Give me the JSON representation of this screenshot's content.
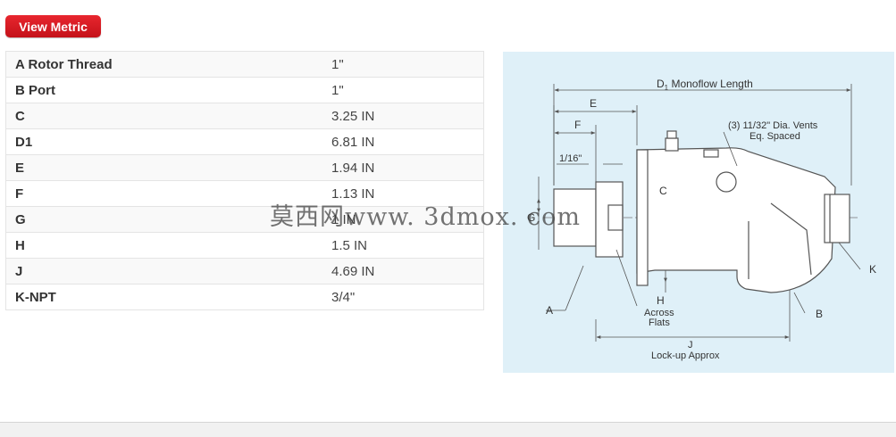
{
  "metric_button": {
    "label": "View Metric"
  },
  "specs": [
    {
      "label": "A Rotor Thread",
      "value": "1\""
    },
    {
      "label": "B Port",
      "value": "1\""
    },
    {
      "label": "C",
      "value": "3.25 IN"
    },
    {
      "label": "D1",
      "value": "6.81 IN"
    },
    {
      "label": "E",
      "value": "1.94 IN"
    },
    {
      "label": "F",
      "value": "1.13 IN"
    },
    {
      "label": "G",
      "value": "1 IN"
    },
    {
      "label": "H",
      "value": "1.5 IN"
    },
    {
      "label": "J",
      "value": "4.69 IN"
    },
    {
      "label": "K-NPT",
      "value": "3/4\""
    }
  ],
  "diagram": {
    "d1_label": "D",
    "d1_sub": "1",
    "d1_rest": " Monoflow Length",
    "e_label": "E",
    "f_label": "F",
    "sixteenth_label": "1/16\"",
    "vents_line1": "(3) 11/32\" Dia. Vents",
    "vents_line2": "Eq. Spaced",
    "c_label": "C",
    "g_label": "G",
    "h_label": "H",
    "k_label": "K",
    "a_label": "A",
    "b_label": "B",
    "across_line1": "Across",
    "across_line2": "Flats",
    "j_label": "J",
    "lockup_label": "Lock-up Approx"
  },
  "watermark": {
    "text": "莫西网www. 3dmox. com"
  },
  "colors": {
    "button_red": "#d71920",
    "diagram_bg": "#dff0f8",
    "line": "#555555"
  }
}
